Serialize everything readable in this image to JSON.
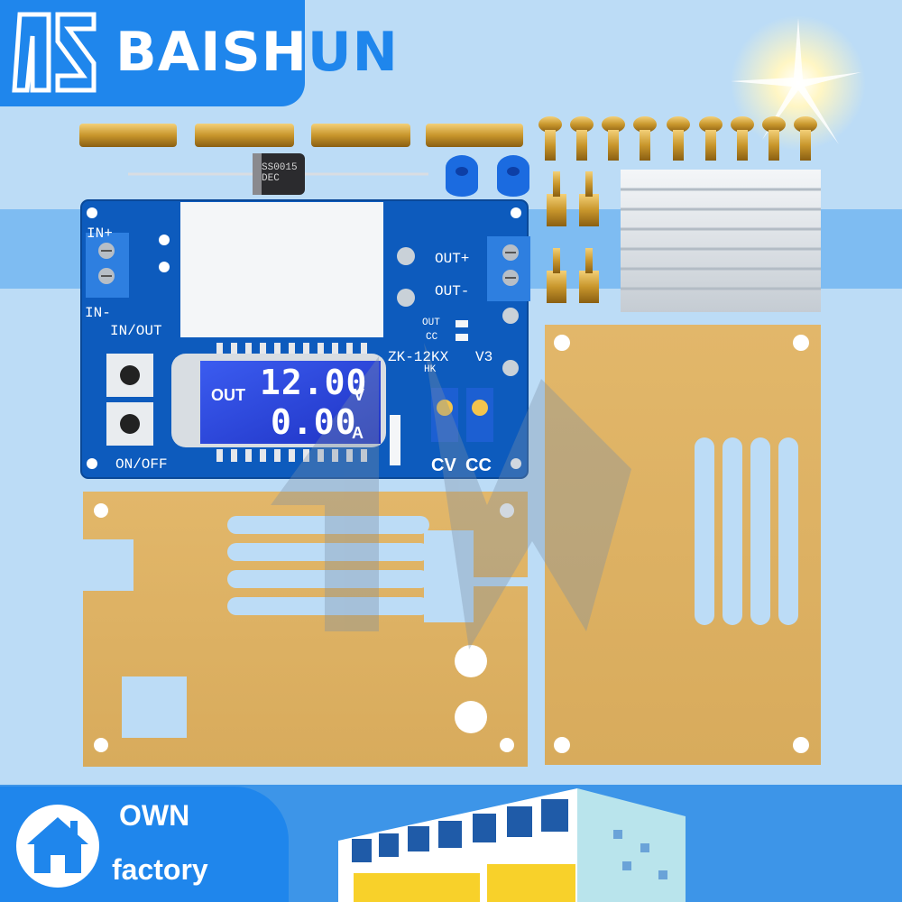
{
  "brand": {
    "name_part1": "BAISH",
    "name_part2": "UN",
    "colors": {
      "primary": "#1f86ec",
      "accent": "#fbe9c9"
    },
    "logo_icon": "as-monogram-icon"
  },
  "product": {
    "board": {
      "model": "ZK-12KX",
      "version": "V3",
      "maker_mark": "HK",
      "labels": {
        "in_plus": "IN+",
        "in_minus": "IN-",
        "in_out": "IN/OUT",
        "on_off": "ON/OFF",
        "out_plus": "OUT+",
        "out_minus": "OUT-",
        "out_led": "OUT",
        "cc_led": "CC",
        "cv_pot": "CV",
        "cc_pot": "CC"
      }
    },
    "display": {
      "mode_label": "OUT",
      "voltage": "12.00",
      "voltage_unit": "V",
      "current": "0.00",
      "current_unit": "A"
    },
    "diode_marking": "SS0015 DEC",
    "accessory_counts": {
      "standoffs": 4,
      "screws": 9,
      "knobs": 2,
      "hex_posts": 4,
      "heatsinks": 1,
      "acrylic_panels": 2
    }
  },
  "footer": {
    "line1": "OWN",
    "line2": "factory",
    "icon": "house-icon"
  }
}
